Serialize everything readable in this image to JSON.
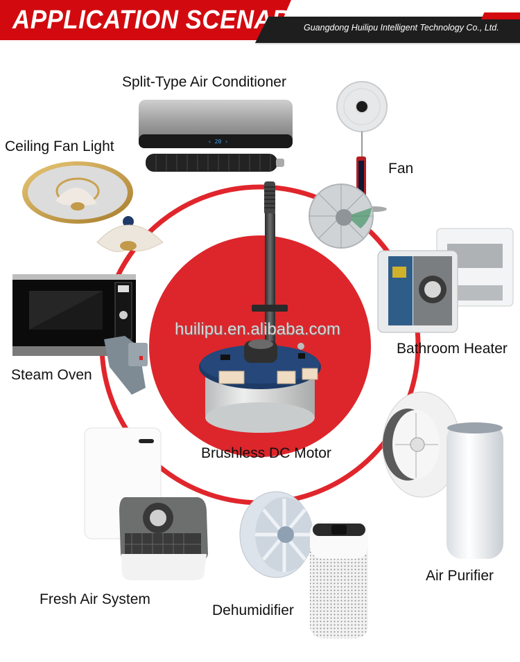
{
  "header": {
    "title": "APPLICATION SCENARIOS",
    "company": "Guangdong Huilipu Intelligent Technology Co., Ltd."
  },
  "center": {
    "product": "Brushless DC Motor",
    "watermark": "huilipu.en.alibaba.com"
  },
  "applications": [
    {
      "label": "Split-Type Air Conditioner",
      "icon": "air-conditioner-icon"
    },
    {
      "label": "Fan",
      "icon": "standing-fan-icon"
    },
    {
      "label": "Ceiling Fan Light",
      "icon": "ceiling-fan-light-icon"
    },
    {
      "label": "Bathroom Heater",
      "icon": "bathroom-heater-icon"
    },
    {
      "label": "Steam Oven",
      "icon": "steam-oven-icon"
    },
    {
      "label": "Air Purifier",
      "icon": "air-purifier-icon"
    },
    {
      "label": "Fresh Air System",
      "icon": "fresh-air-system-icon"
    },
    {
      "label": "Dehumidifier",
      "icon": "dehumidifier-icon"
    }
  ],
  "ac_display": "20",
  "colors": {
    "brand_red": "#d20a0f",
    "ring_red": "#e0262c",
    "dark": "#1e1e1e"
  }
}
